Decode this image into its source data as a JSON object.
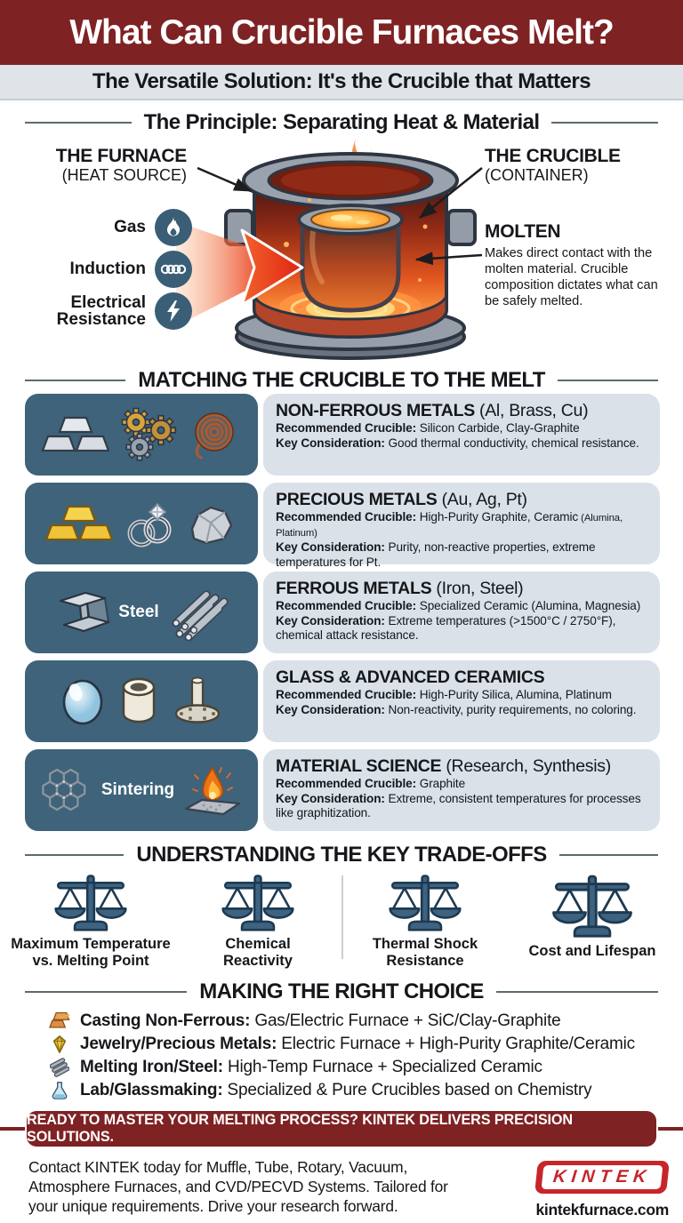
{
  "header": {
    "title": "What Can Crucible Furnaces Melt?",
    "subtitle": "The Versatile Solution: It's the Crucible that Matters"
  },
  "principle": {
    "heading": "The Principle: Separating Heat & Material",
    "furnace_label": "THE FURNACE",
    "furnace_sublabel": "(HEAT SOURCE)",
    "heat_sources": [
      {
        "label": "Gas",
        "icon": "flame-icon"
      },
      {
        "label": "Induction",
        "icon": "coil-icon"
      },
      {
        "label": "Electrical Resistance",
        "icon": "bolt-icon"
      }
    ],
    "crucible_label": "THE CRUCIBLE",
    "crucible_sublabel": "(CONTAINER)",
    "molten_label": "MOLTEN",
    "molten_text": "Makes direct contact with the molten material. Crucible composition dictates what can be safely melted."
  },
  "matching": {
    "heading": "MATCHING THE CRUCIBLE TO THE MELT",
    "rows": [
      {
        "title": "NON-FERROUS METALS",
        "suffix": " (Al, Brass, Cu)",
        "rec_label": "Recommended Crucible:",
        "rec": " Silicon Carbide, Clay-Graphite",
        "rec_small": "",
        "key_label": "Key Consideration:",
        "key": " Good thermal conductivity, chemical resistance.",
        "badge": ""
      },
      {
        "title": "PRECIOUS METALS",
        "suffix": " (Au, Ag, Pt)",
        "rec_label": "Recommended Crucible:",
        "rec": " High-Purity Graphite, Ceramic",
        "rec_small": " (Alumina, Platinum)",
        "key_label": "Key Consideration:",
        "key": " Purity, non-reactive properties, extreme temperatures for Pt.",
        "badge": ""
      },
      {
        "title": "FERROUS METALS",
        "suffix": " (Iron, Steel)",
        "rec_label": "Recommended Crucible:",
        "rec": " Specialized Ceramic (Alumina, Magnesia)",
        "rec_small": "",
        "key_label": "Key Consideration:",
        "key": " Extreme temperatures (>1500°C / 2750°F), chemical attack resistance.",
        "badge": "Steel"
      },
      {
        "title": "GLASS & ADVANCED CERAMICS",
        "suffix": "",
        "rec_label": "Recommended Crucible:",
        "rec": " High-Purity Silica, Alumina, Platinum",
        "rec_small": "",
        "key_label": "Key Consideration:",
        "key": " Non-reactivity, purity requirements, no coloring.",
        "badge": ""
      },
      {
        "title": "MATERIAL SCIENCE",
        "suffix": " (Research, Synthesis)",
        "rec_label": "Recommended Crucible:",
        "rec": " Graphite",
        "rec_small": "",
        "key_label": "Key Consideration:",
        "key": " Extreme, consistent temperatures for processes like graphitization.",
        "badge": "Sintering"
      }
    ]
  },
  "tradeoffs": {
    "heading": "UNDERSTANDING THE KEY TRADE-OFFS",
    "items": [
      {
        "line1": "Maximum Temperature",
        "line2": "vs. Melting Point"
      },
      {
        "line1": "Chemical",
        "line2": "Reactivity"
      },
      {
        "line1": "Thermal Shock",
        "line2": "Resistance"
      },
      {
        "line1": "Cost and Lifespan",
        "line2": ""
      }
    ]
  },
  "choice": {
    "heading": "MAKING THE RIGHT CHOICE",
    "items": [
      {
        "label": "Casting Non-Ferrous:",
        "text": " Gas/Electric Furnace + SiC/Clay-Graphite"
      },
      {
        "label": "Jewelry/Precious Metals:",
        "text": " Electric Furnace + High-Purity Graphite/Ceramic"
      },
      {
        "label": "Melting Iron/Steel:",
        "text": " High-Temp Furnace + Specialized Ceramic"
      },
      {
        "label": "Lab/Glassmaking:",
        "text": " Specialized & Pure Crucibles based on Chemistry"
      }
    ]
  },
  "cta": {
    "banner": "READY TO MASTER YOUR MELTING PROCESS? KINTEK DELIVERS PRECISION SOLUTIONS."
  },
  "footer": {
    "contact": "Contact KINTEK today for Muffle, Tube, Rotary, Vacuum, Atmosphere Furnaces, and CVD/PECVD Systems. Tailored for your unique requirements. Drive your research forward.",
    "logo": "KINTEK",
    "website": "kintekfurnace.com"
  },
  "colors": {
    "maroon": "#7E2223",
    "panel_blue": "#3E637A",
    "panel_light": "#DAE1E8",
    "steel_blue": "#3D6380",
    "logo_red": "#C8252B"
  }
}
